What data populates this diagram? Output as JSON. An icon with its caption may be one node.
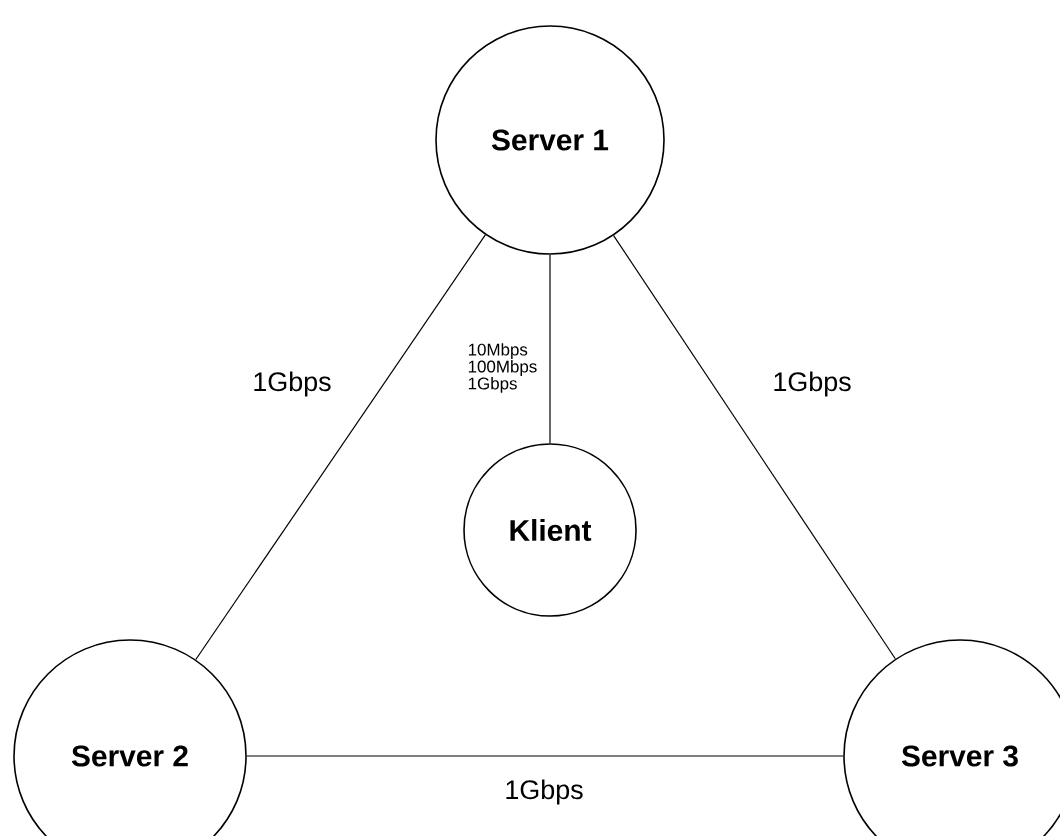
{
  "diagram": {
    "nodes": [
      {
        "text": [
          "Server 1"
        ]
      },
      {
        "text": [
          "Klient"
        ]
      },
      {
        "text": [
          "Server 2"
        ]
      },
      {
        "text": [
          "Server 3"
        ]
      }
    ],
    "edges": [
      {
        "from": 0,
        "to": 2,
        "arrow": "none",
        "label": "1Gbps"
      },
      {
        "from": 0,
        "to": 1,
        "arrow": "none",
        "label": "10Mbps 100Mbps 1Gbps"
      },
      {
        "from": 0,
        "to": 3,
        "arrow": "none",
        "label": "1Gbps"
      },
      {
        "from": 2,
        "to": 3,
        "arrow": "none",
        "label": "1Gbps"
      }
    ]
  }
}
